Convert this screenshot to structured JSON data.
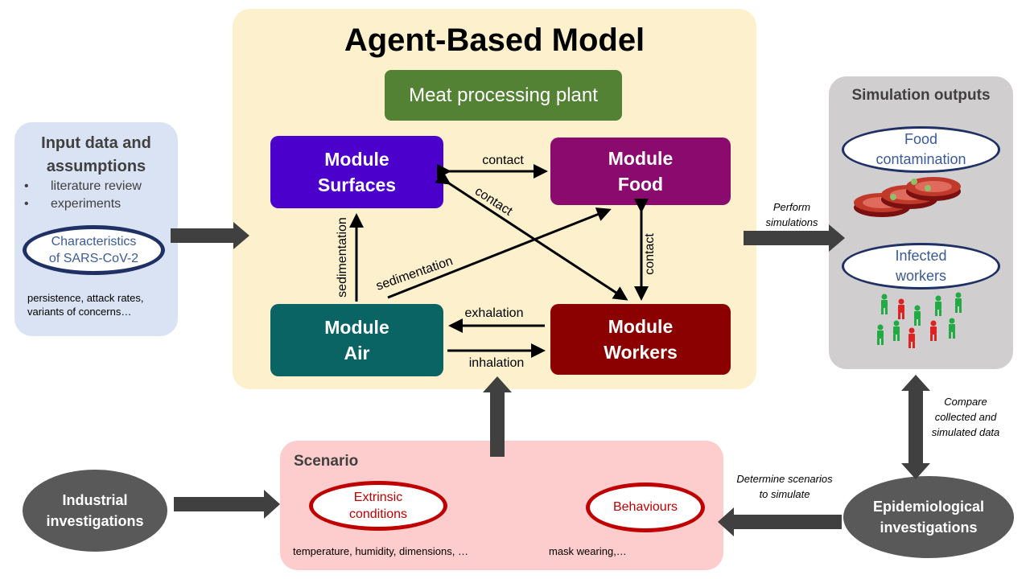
{
  "abm": {
    "title": "Agent-Based Model",
    "plant": "Meat processing plant",
    "modules": {
      "surfaces": [
        "Module",
        "Surfaces"
      ],
      "food": [
        "Module",
        "Food"
      ],
      "air": [
        "Module",
        "Air"
      ],
      "workers": [
        "Module",
        "Workers"
      ]
    },
    "edges": {
      "contact_top": "contact",
      "contact_diag": "contact",
      "contact_right": "contact",
      "sedimentation_left": "sedimentation",
      "sedimentation_diag": "sedimentation",
      "exhalation": "exhalation",
      "inhalation": "inhalation"
    }
  },
  "input": {
    "title_lines": [
      "Input data and",
      "assumptions"
    ],
    "bullets": [
      "literature review",
      "experiments"
    ],
    "oval_lines": [
      "Characteristics",
      "of SARS-CoV-2"
    ],
    "footnote_lines": [
      "persistence, attack rates,",
      "variants of concerns…"
    ]
  },
  "outputs": {
    "title": "Simulation outputs",
    "food_lines": [
      "Food",
      "contamination"
    ],
    "workers_lines": [
      "Infected",
      "workers"
    ]
  },
  "scenario": {
    "title": "Scenario",
    "extrinsic_lines": [
      "Extrinsic",
      "conditions"
    ],
    "behaviours": "Behaviours",
    "extrinsic_note": "temperature, humidity, dimensions, …",
    "behaviours_note": "mask wearing,…"
  },
  "industrial": [
    "Industrial",
    "investigations"
  ],
  "epidemiological": [
    "Epidemiological",
    "investigations"
  ],
  "annotations": {
    "perform": [
      "Perform",
      "simulations"
    ],
    "compare": [
      "Compare",
      "collected and",
      "simulated data"
    ],
    "determine": [
      "Determine scenarios",
      "to simulate"
    ]
  },
  "colors": {
    "abm_bg": "#fdf0cc",
    "input_bg": "#dae3f3",
    "outputs_bg": "#d0cece",
    "scenario_bg": "#fdcccc",
    "plant": "#548235",
    "surfaces": "#4b00cc",
    "food": "#8b0a6e",
    "air": "#0a6464",
    "workers": "#8b0000",
    "gray_node": "#595959",
    "dark_red": "#c00000",
    "navy": "#1f3064",
    "arrow_gray": "#404040"
  }
}
